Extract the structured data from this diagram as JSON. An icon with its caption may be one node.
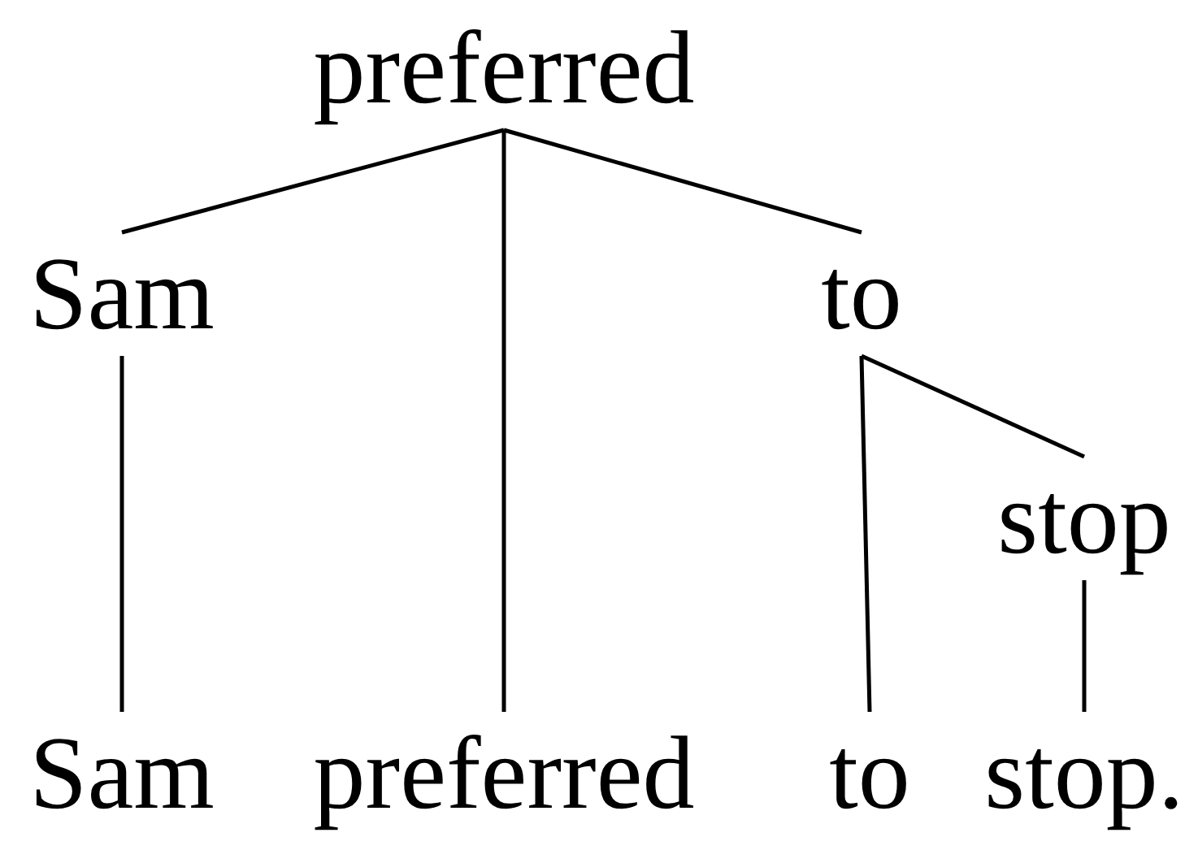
{
  "diagram": {
    "nodes": [
      {
        "text": [
          "preferred"
        ]
      },
      {
        "text": [
          "Sam"
        ]
      },
      {
        "text": [
          "to"
        ]
      },
      {
        "text": [
          "stop"
        ]
      },
      {
        "text": [
          "Sam"
        ]
      },
      {
        "text": [
          "preferred"
        ]
      },
      {
        "text": [
          "to"
        ]
      },
      {
        "text": [
          "stop."
        ]
      }
    ],
    "edges": [
      {
        "from": 0,
        "to": 1,
        "arrow": "none"
      },
      {
        "from": 0,
        "to": 5,
        "arrow": "none"
      },
      {
        "from": 0,
        "to": 2,
        "arrow": "none"
      },
      {
        "from": 1,
        "to": 4,
        "arrow": "none"
      },
      {
        "from": 2,
        "to": 6,
        "arrow": "none"
      },
      {
        "from": 2,
        "to": 3,
        "arrow": "none"
      },
      {
        "from": 3,
        "to": 7,
        "arrow": "none"
      }
    ]
  }
}
